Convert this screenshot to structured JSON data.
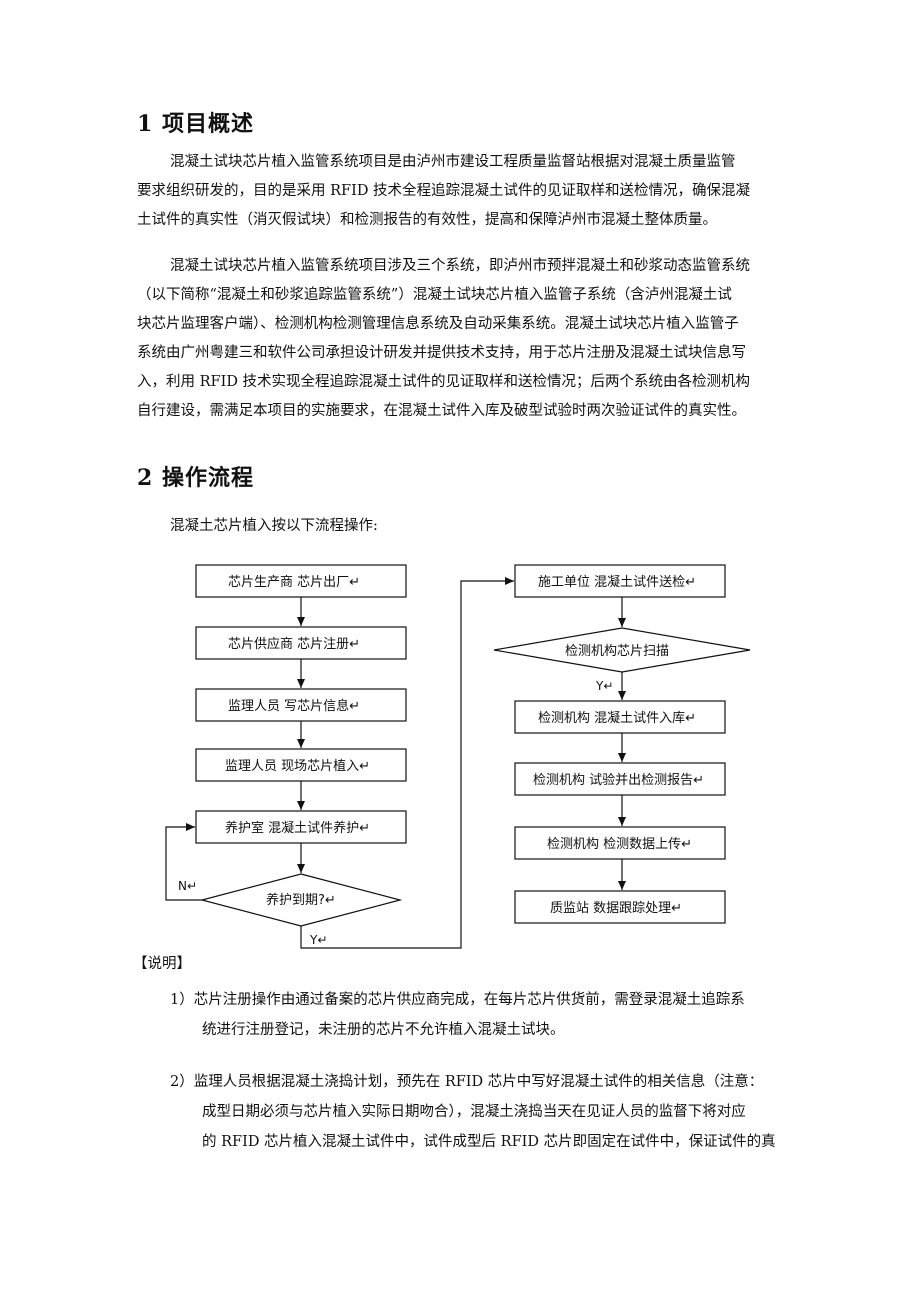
{
  "sections": [
    {
      "heading": "1 项目概述",
      "paragraphs": [
        [
          "混凝土试块芯片植入监管系统项目是由泸州市建设工程质量监督站根据对混凝土质量监管",
          "要求组织研发的，目的是采用 RFID 技术全程追踪混凝土试件的见证取样和送检情况，确保混凝",
          "土试件的真实性（消灭假试块）和检测报告的有效性，提高和保障泸州市混凝土整体质量。"
        ],
        [
          "混凝土试块芯片植入监管系统项目涉及三个系统，即泸州市预拌混凝土和砂浆动态监管系统",
          "（以下简称“混凝土和砂浆追踪监管系统”）混凝土试块芯片植入监管子系统（含泸州混凝土试",
          "块芯片监理客户端）、检测机构检测管理信息系统及自动采集系统。混凝土试块芯片植入监管子",
          "系统由广州粤建三和软件公司承担设计研发并提供技术支持，用于芯片注册及混凝土试块信息写",
          "入，利用 RFID 技术实现全程追踪混凝土试件的见证取样和送检情况；后两个系统由各检测机构",
          "自行建设，需满足本项目的实施要求，在混凝土试件入库及破型试验时两次验证试件的真实性。"
        ]
      ]
    },
    {
      "heading": "2 操作流程",
      "intro": "混凝土芯片植入按以下流程操作:"
    }
  ],
  "flowchart": {
    "left": [
      "芯片生产商  芯片出厂↵",
      "芯片供应商  芯片注册↵",
      "监理人员  写芯片信息↵",
      "监理人员  现场芯片植入↵",
      "养护室  混凝土试件养护↵"
    ],
    "left_decision": "养护到期?↵",
    "label_n": "N↵",
    "label_y_left": "Y↵",
    "right_top": "施工单位  混凝土试件送检↵",
    "right_decision": "检测机构芯片扫描",
    "label_y_right": "Y↵",
    "right": [
      "检测机构  混凝土试件入库↵",
      "检测机构  试验并出检测报告↵",
      "检测机构  检测数据上传↵",
      "质监站  数据跟踪处理↵"
    ]
  },
  "notes": {
    "title": "【说明】",
    "items": [
      [
        "1）芯片注册操作由通过备案的芯片供应商完成，在每片芯片供货前，需登录混凝土追踪系",
        "统进行注册登记，未注册的芯片不允许植入混凝土试块。"
      ],
      [
        "2）监理人员根据混凝土浇捣计划，预先在 RFID 芯片中写好混凝土试件的相关信息（注意：",
        "成型日期必须与芯片植入实际日期吻合），混凝土浇捣当天在见证人员的监督下将对应",
        "的 RFID 芯片植入混凝土试件中，试件成型后 RFID 芯片即固定在试件中，保证试件的真"
      ]
    ]
  }
}
